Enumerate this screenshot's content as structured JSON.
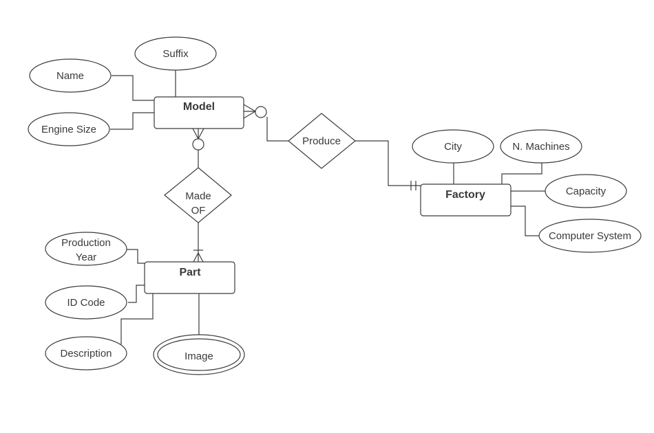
{
  "entities": {
    "model": "Model",
    "factory": "Factory",
    "part": "Part"
  },
  "relationships": {
    "produce": "Produce",
    "made_of": [
      "Made",
      "OF"
    ]
  },
  "attributes": {
    "suffix": "Suffix",
    "name": "Name",
    "engine_size": "Engine Size",
    "city": "City",
    "n_machines": "N. Machines",
    "capacity": "Capacity",
    "computer_system": "Computer System",
    "production_year": [
      "Production",
      "Year"
    ],
    "id_code": "ID Code",
    "description": "Description",
    "image": "Image"
  },
  "colors": {
    "stroke": "#3a3a3a",
    "background": "#ffffff"
  }
}
